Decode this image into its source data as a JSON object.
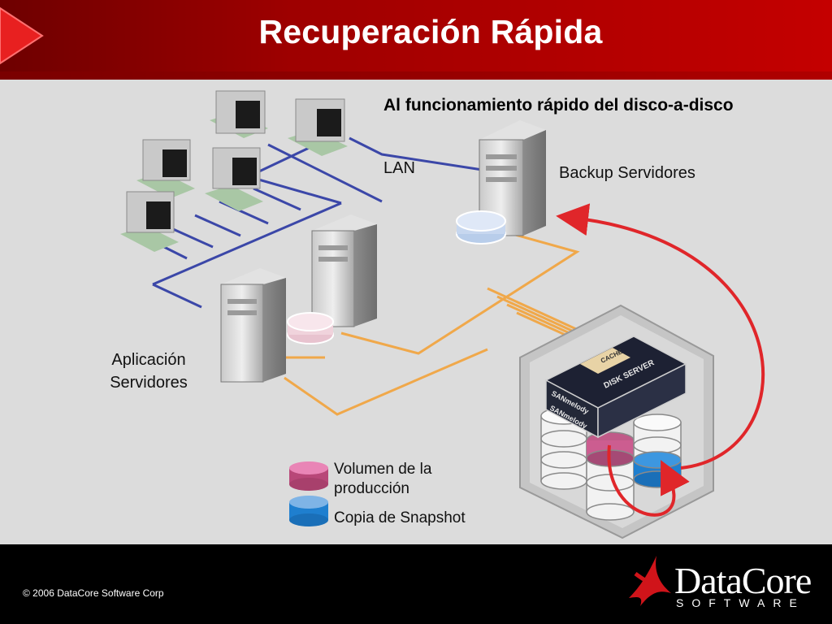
{
  "header": {
    "title": "Recuperación Rápida"
  },
  "diagram": {
    "subtitle": "Al funcionamiento rápido del disco-a-disco",
    "lan_label": "LAN",
    "backup_label": "Backup Servidores",
    "app_label_line1": "Aplicación",
    "app_label_line2": "Servidores",
    "disk_server": {
      "cache_label": "CACHE",
      "server_label": "DISK SERVER",
      "brand_label": "SANmelody"
    }
  },
  "legend": {
    "production_line1": "Volumen de la",
    "production_line2": "producción",
    "snapshot": "Copia de Snapshot"
  },
  "colors": {
    "header_red": "#c40000",
    "lan_line": "#3b47a8",
    "san_line": "#f0a84a",
    "arrow": "#e0262a",
    "production": "#d94f8a",
    "snapshot": "#1f7fcf"
  },
  "footer": {
    "copyright": "© 2006  DataCore Software Corp",
    "logo_word": "DataCore",
    "logo_sub": "SOFTWARE"
  }
}
